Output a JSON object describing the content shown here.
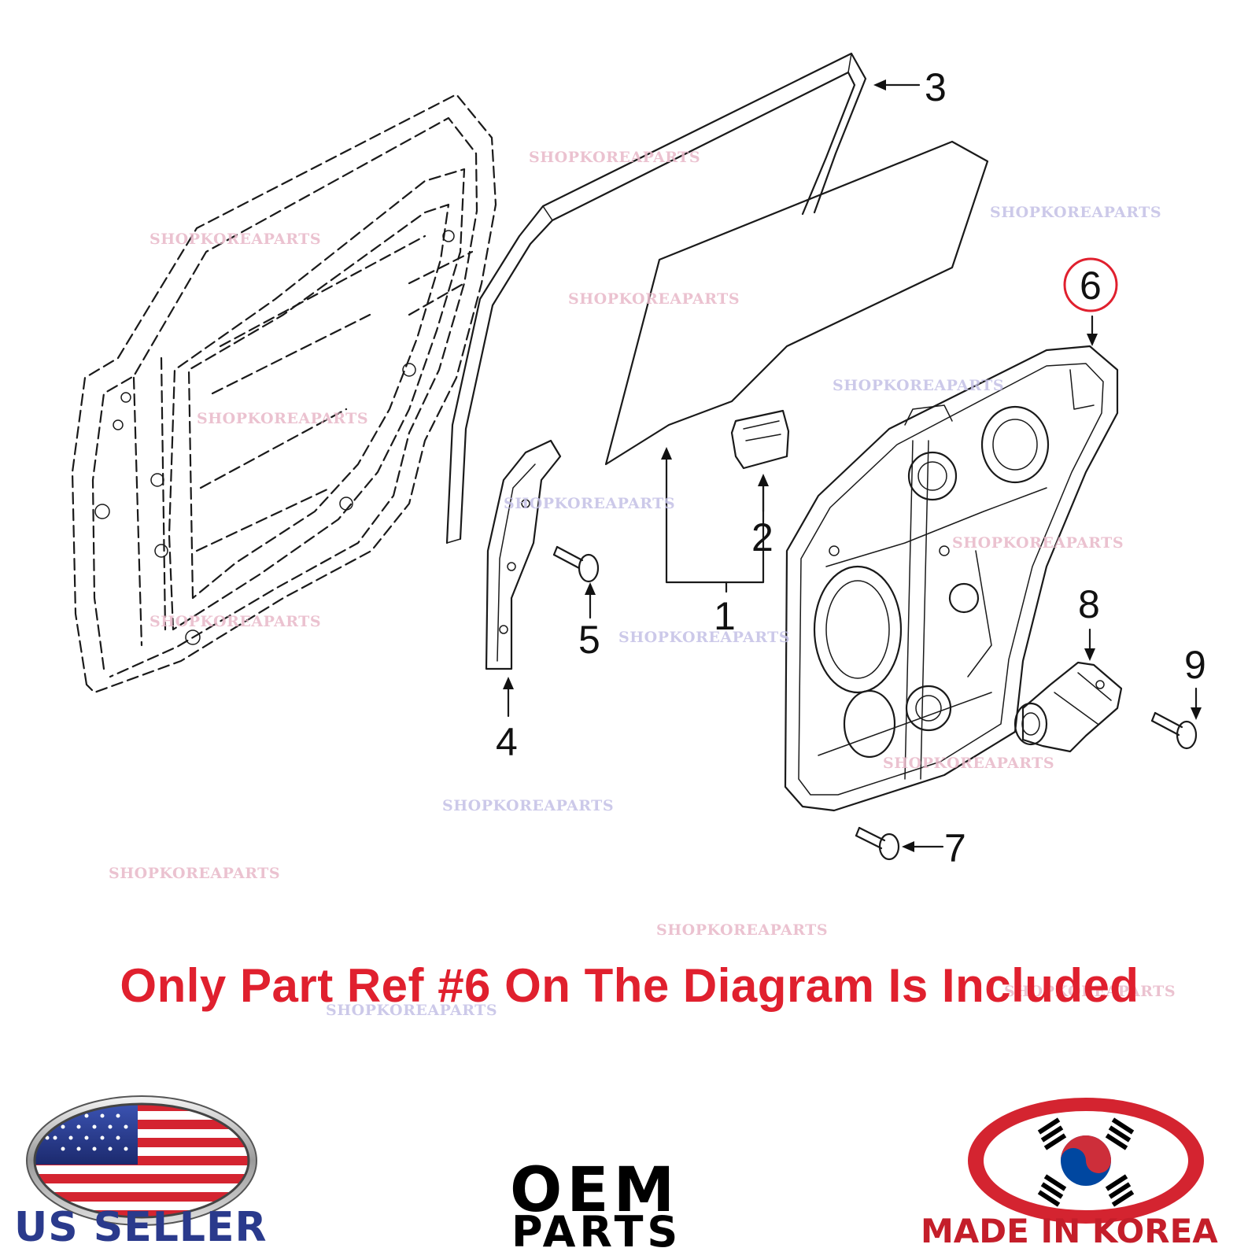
{
  "diagram": {
    "callouts": [
      "1",
      "2",
      "3",
      "4",
      "5",
      "6",
      "7",
      "8",
      "9"
    ],
    "highlighted_callout": "6",
    "highlight_color": "#e0202e"
  },
  "watermark": "SHOPKOREAPARTS",
  "notice": "Only Part Ref #6 On The Diagram Is Included",
  "badges": {
    "us_seller": "US SELLER",
    "oem": "OEM",
    "parts": "PARTS",
    "made_in": "MADE IN KOREA"
  },
  "colors": {
    "notice": "#e0202e",
    "us_blue": "#2a3a8c",
    "korea_red": "#c41e2a"
  }
}
